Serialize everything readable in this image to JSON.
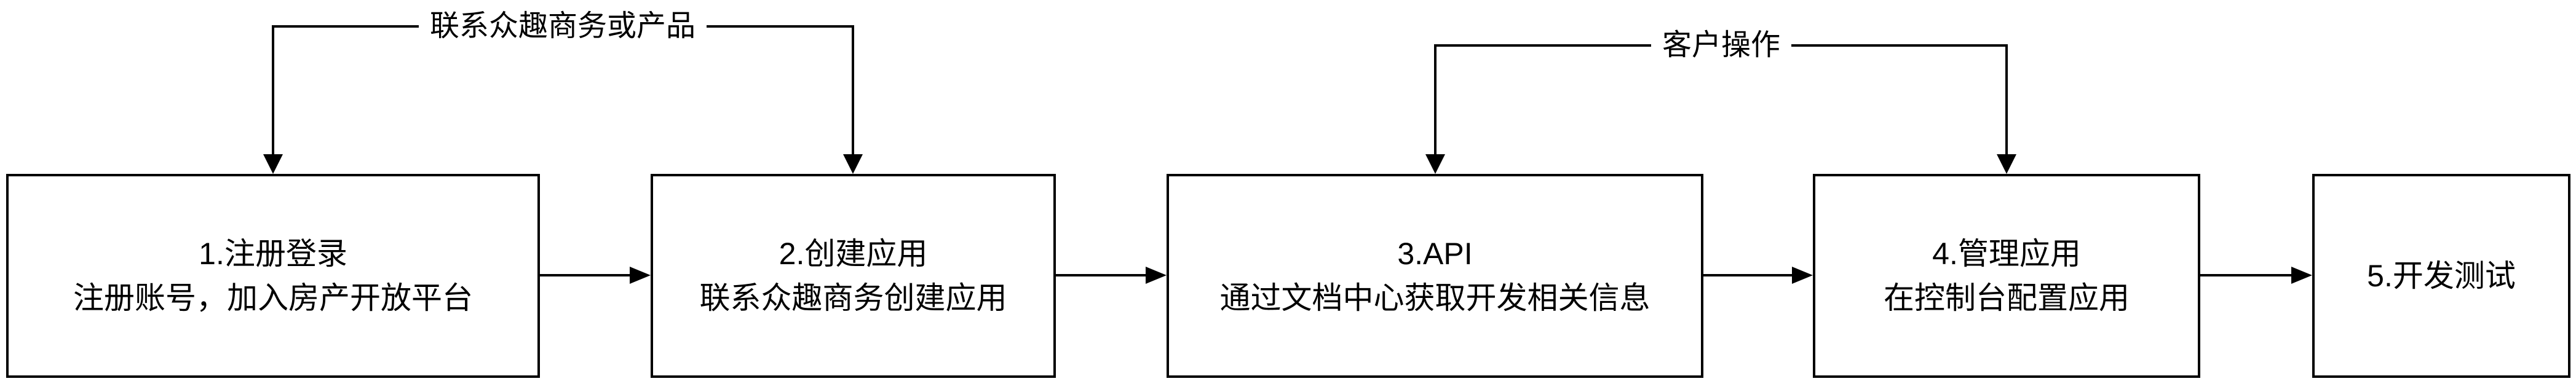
{
  "diagram": {
    "type": "flowchart",
    "background_color": "#ffffff",
    "line_color": "#000000",
    "text_color": "#000000",
    "nodes": [
      {
        "id": "1",
        "title": "1.注册登录",
        "subtitle": "注册账号，加入房产开放平台"
      },
      {
        "id": "2",
        "title": "2.创建应用",
        "subtitle": "联系众趣商务创建应用"
      },
      {
        "id": "3",
        "title": "3.API",
        "subtitle": "通过文档中心获取开发相关信息"
      },
      {
        "id": "4",
        "title": "4.管理应用",
        "subtitle": "在控制台配置应用"
      },
      {
        "id": "5",
        "title": "5.开发测试"
      }
    ],
    "edges": [
      {
        "from": "1",
        "to": "2"
      },
      {
        "from": "2",
        "to": "3"
      },
      {
        "from": "3",
        "to": "4"
      },
      {
        "from": "4",
        "to": "5"
      }
    ],
    "annotations": [
      {
        "label": "联系众趣商务或产品",
        "points_to": [
          "1",
          "2"
        ]
      },
      {
        "label": "客户操作",
        "points_to": [
          "3",
          "4"
        ]
      }
    ]
  }
}
